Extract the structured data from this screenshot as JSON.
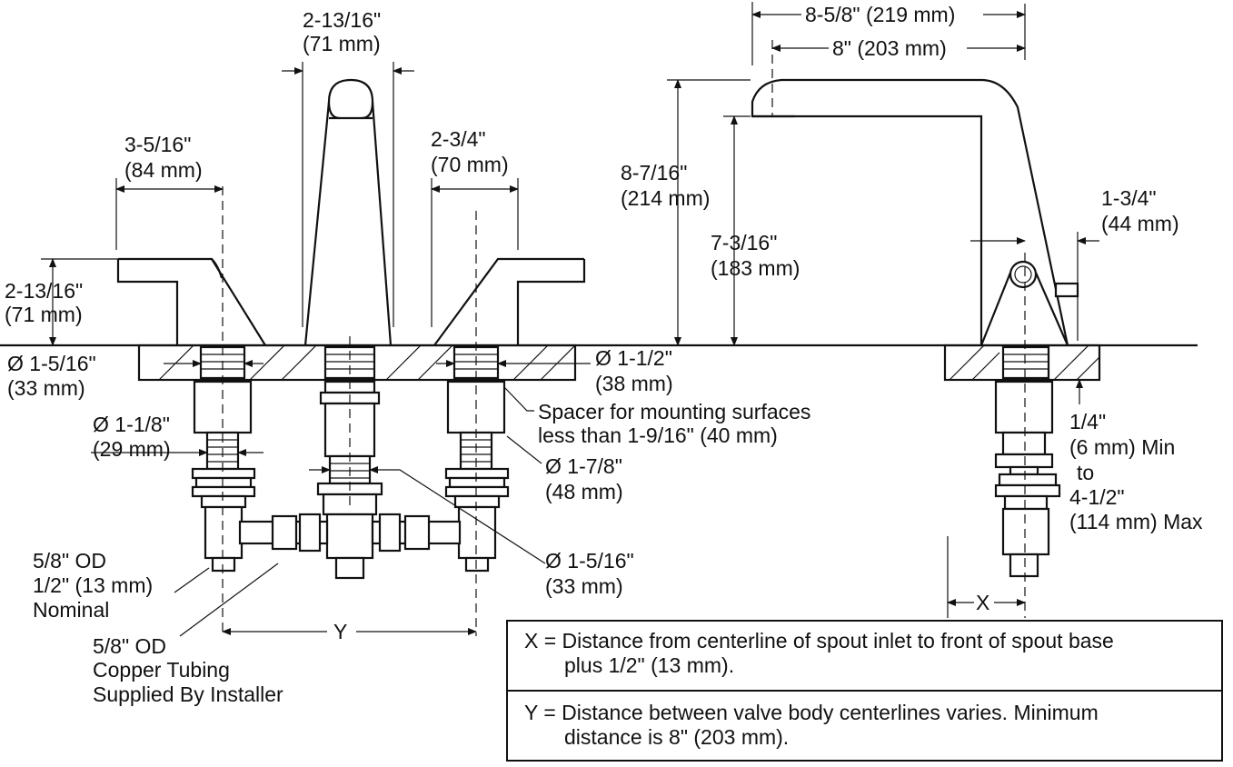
{
  "labels": {
    "center_handle_width": [
      "2-13/16\"",
      "(71 mm)"
    ],
    "left_handle_reach": [
      "3-5/16\"",
      "(84 mm)"
    ],
    "right_handle_reach": [
      "2-3/4\"",
      "(70 mm)"
    ],
    "handle_height": [
      "2-13/16\"",
      "(71 mm)"
    ],
    "spout_reach_overall": "8-5/8\" (219 mm)",
    "spout_reach": "8\" (203 mm)",
    "spout_height": [
      "8-7/16\"",
      "(214 mm)"
    ],
    "spout_outlet_height": [
      "7-3/16\"",
      "(183 mm)"
    ],
    "spout_base_depth": [
      "1-3/4\"",
      "(44 mm)"
    ],
    "hole_left": [
      "Ø 1-5/16\"",
      "(33 mm)"
    ],
    "hole_right": [
      "Ø 1-1/2\"",
      "(38 mm)"
    ],
    "spacer": [
      "Spacer for mounting surfaces",
      "less than 1-9/16\" (40 mm)"
    ],
    "shank": [
      "Ø 1-1/8\"",
      "(29 mm)"
    ],
    "nut": [
      "Ø 1-7/8\"",
      "(48 mm)"
    ],
    "spout_shank": [
      "Ø 1-5/16\"",
      "(33 mm)"
    ],
    "deck_thickness": [
      "1/4\"",
      "(6 mm) Min",
      "to",
      "4-1/2\"",
      "(114 mm) Max"
    ],
    "inlet_od": [
      "5/8\" OD",
      "1/2\" (13 mm)",
      "Nominal"
    ],
    "tubing": [
      "5/8\" OD",
      "Copper Tubing",
      "Supplied By Installer"
    ],
    "dim_x": "X",
    "dim_y": "Y"
  },
  "notes": {
    "x": [
      "X = Distance from centerline of spout inlet to front of spout base",
      "plus 1/2\" (13 mm)."
    ],
    "y": [
      "Y = Distance between valve body centerlines varies. Minimum",
      "distance is 8\" (203 mm)."
    ]
  }
}
